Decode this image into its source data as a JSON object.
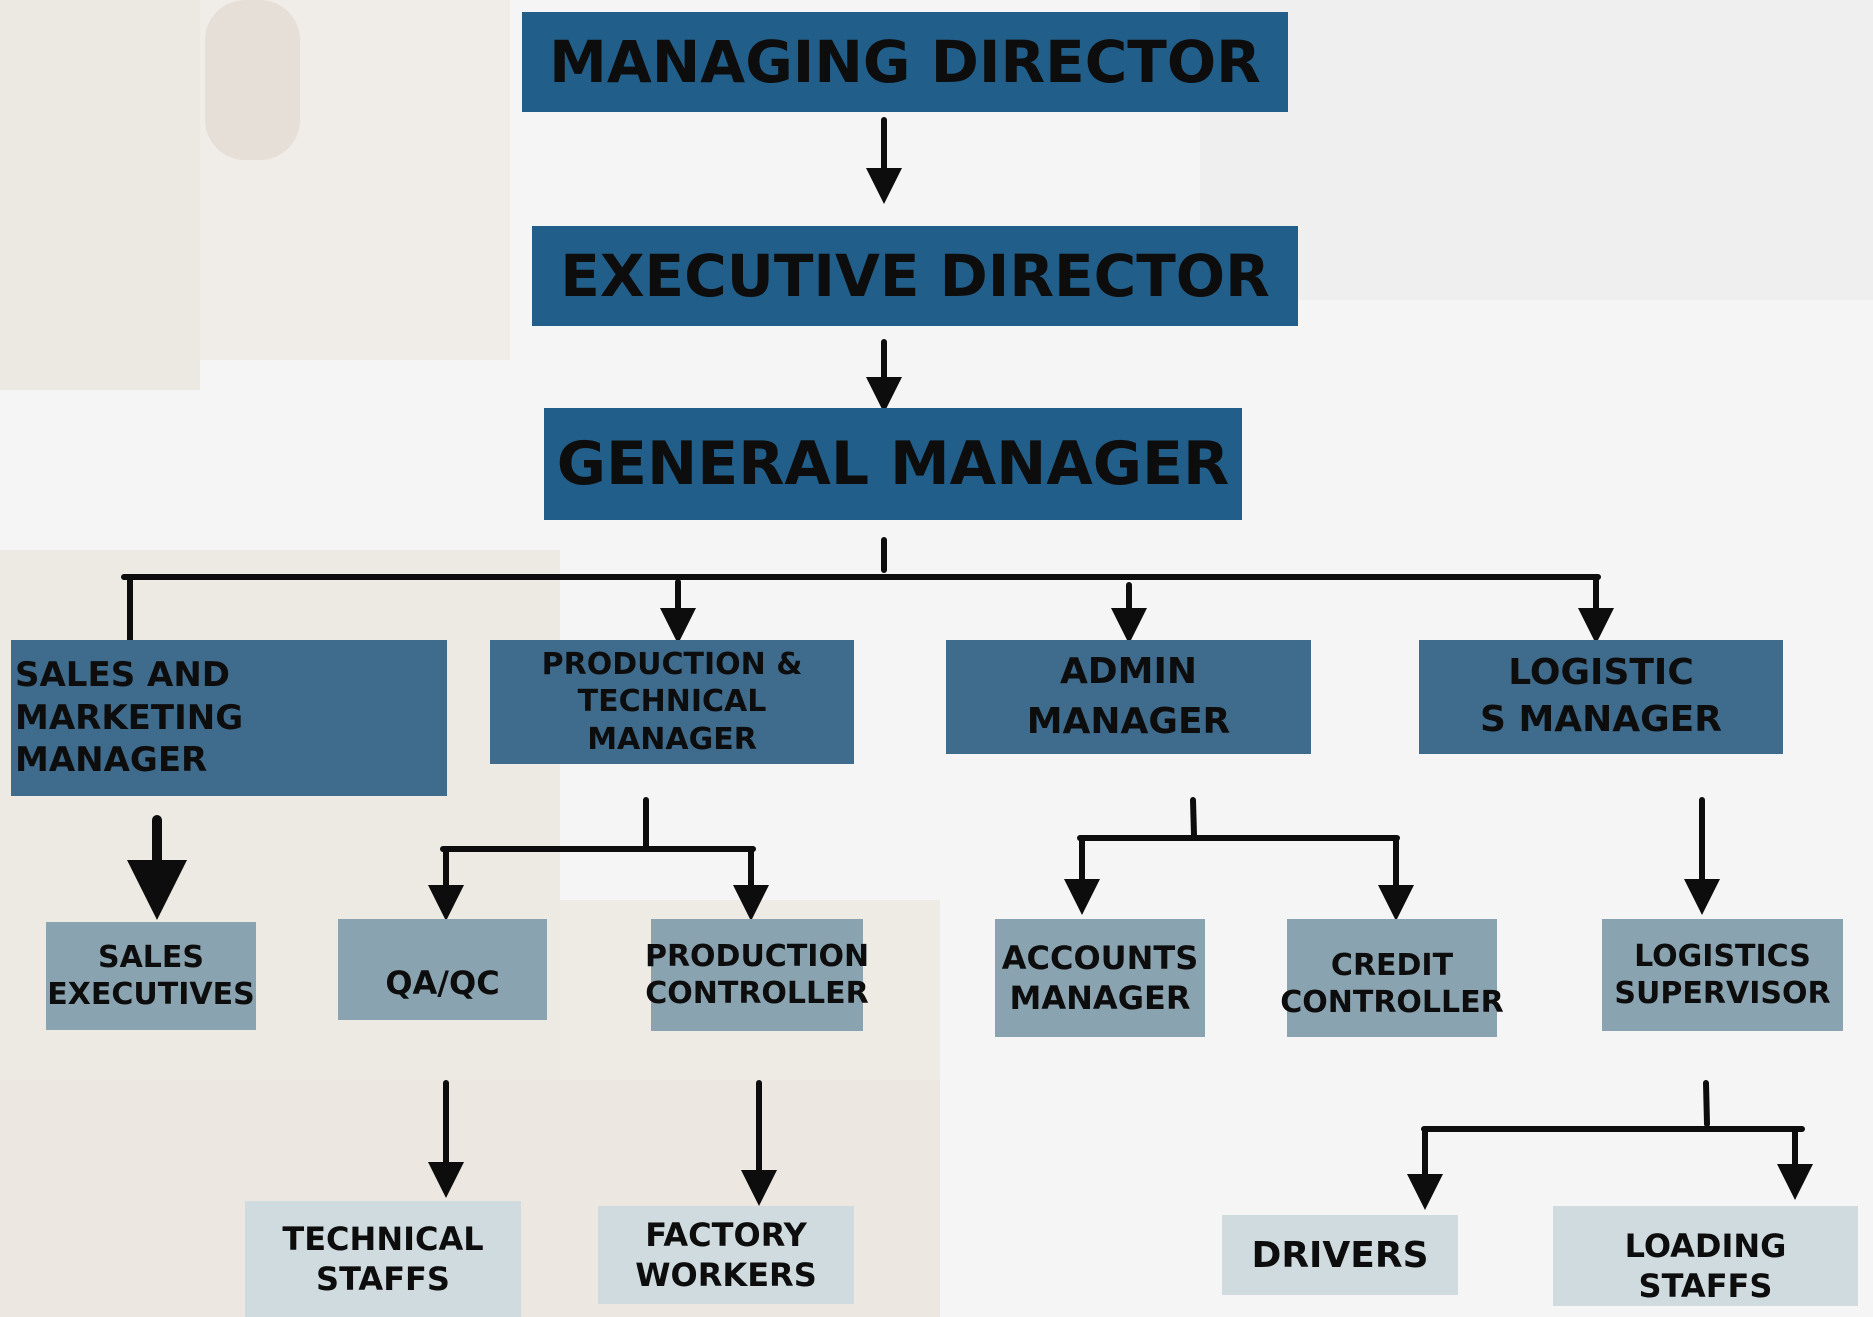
{
  "colors": {
    "level1": "#215e89",
    "level2": "#3f6b8c",
    "level3": "#8aa3b1",
    "level4": "#d0dbe0",
    "connector": "#0d0d0d",
    "text": "#0d0d0d"
  },
  "chart": {
    "managing_director": "MANAGING DIRECTOR",
    "executive_director": "EXECUTIVE DIRECTOR",
    "general_manager": "GENERAL MANAGER",
    "managers": {
      "sales_marketing": " SALES AND MARKETING\nMANAGER",
      "production_technical": "PRODUCTION &\nTECHNICAL\nMANAGER",
      "admin": "ADMIN\nMANAGER",
      "logistics": "LOGISTIC\nS MANAGER"
    },
    "staff": {
      "sales_executives": "SALES\nEXECUTIVES",
      "qa_qc": "QA/QC",
      "production_controller": "PRODUCTION\nCONTROLLER",
      "accounts_manager": "ACCOUNTS\nMANAGER",
      "credit_controller": "CREDIT\nCONTROLLER",
      "logistics_supervisor": "LOGISTICS\nSUPERVISOR"
    },
    "workers": {
      "technical_staffs": "TECHNICAL\nSTAFFS",
      "factory_workers": "FACTORY\nWORKERS",
      "drivers": "DRIVERS",
      "loading_staffs": "LOADING STAFFS"
    }
  }
}
